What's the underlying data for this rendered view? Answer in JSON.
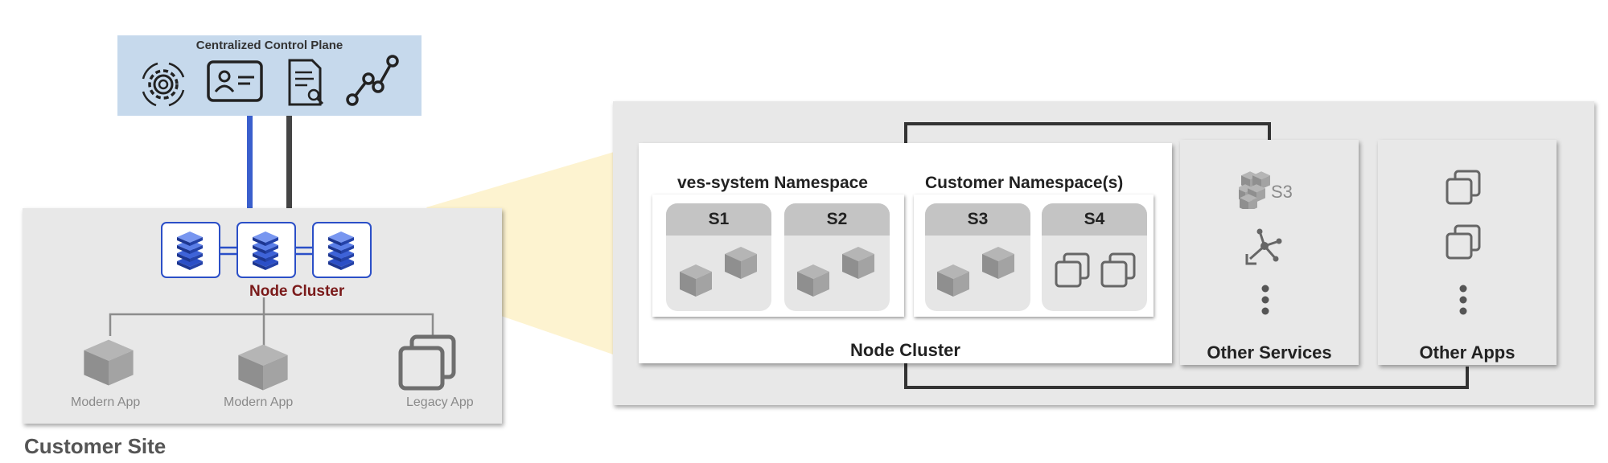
{
  "control_plane": {
    "title": "Centralized Control Plane",
    "icons": [
      "gear-sync-icon",
      "id-card-icon",
      "document-search-icon",
      "graph-nodes-icon"
    ]
  },
  "customer_site": {
    "label": "Customer Site",
    "node_cluster_label": "Node Cluster",
    "node_icons": [
      "layers-stack-icon",
      "layers-stack-icon",
      "layers-stack-icon"
    ],
    "apps": [
      "Modern App",
      "Modern App",
      "Legacy App"
    ]
  },
  "detail": {
    "node_cluster_label": "Node Cluster",
    "namespaces": [
      {
        "title": "ves-system Namespace",
        "services": [
          "S1",
          "S2"
        ]
      },
      {
        "title": "Customer Namespace(s)",
        "services": [
          "S3",
          "S4"
        ]
      }
    ],
    "other_services": {
      "label": "Other Services",
      "s3_text": "S3",
      "icons": [
        "s3-cubes-icon",
        "network-hub-icon",
        "more-vertical-icon"
      ]
    },
    "other_apps": {
      "label": "Other Apps",
      "icons": [
        "window-stack-icon",
        "window-stack-icon",
        "more-vertical-icon"
      ]
    }
  },
  "colors": {
    "control_plane_bg": "#c6d9ec",
    "node_blue": "#2b4fc7",
    "box_gray": "#e8e8e8",
    "cluster_label_red": "#7a1a1a",
    "zoom_highlight": "#fdf3d0"
  }
}
